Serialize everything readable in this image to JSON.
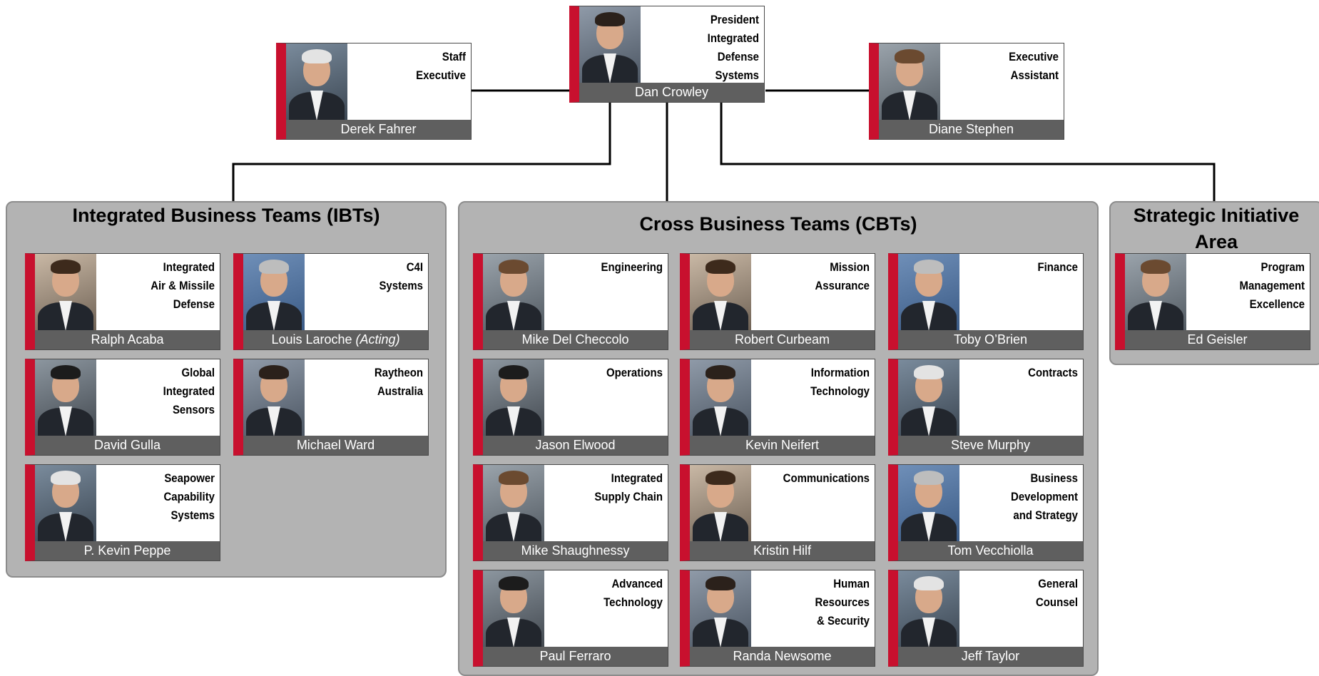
{
  "colors": {
    "accent_red": "#c8102e",
    "name_bar": "#5f5f5f",
    "panel_fill": "#b3b3b3",
    "connector": "#000000"
  },
  "panels": {
    "ibt": "Integrated Business Teams (IBTs)",
    "cbt": "Cross Business Teams (CBTs)",
    "sia": "Strategic Initiative Area"
  },
  "people": {
    "president": {
      "role": [
        "President",
        "Integrated",
        "Defense",
        "Systems"
      ],
      "name": "Dan Crowley"
    },
    "staff": {
      "role": [
        "Staff",
        "Executive"
      ],
      "name": "Derek Fahrer"
    },
    "assistant": {
      "role": [
        "Executive",
        "Assistant"
      ],
      "name": "Diane Stephen"
    },
    "ibt_1": {
      "role": [
        "Integrated",
        "Air & Missile",
        "Defense"
      ],
      "name": "Ralph Acaba"
    },
    "ibt_2": {
      "role": [
        "C4I",
        "Systems"
      ],
      "name": "Louis Laroche",
      "suffix": "(Acting)"
    },
    "ibt_3": {
      "role": [
        "Global",
        "Integrated",
        "Sensors"
      ],
      "name": "David Gulla"
    },
    "ibt_4": {
      "role": [
        "Raytheon",
        "Australia"
      ],
      "name": "Michael Ward"
    },
    "ibt_5": {
      "role": [
        "Seapower",
        "Capability",
        "Systems"
      ],
      "name": "P. Kevin Peppe"
    },
    "cbt_1": {
      "role": [
        "Engineering"
      ],
      "name": "Mike Del Checcolo"
    },
    "cbt_2": {
      "role": [
        "Mission",
        "Assurance"
      ],
      "name": "Robert Curbeam"
    },
    "cbt_3": {
      "role": [
        "Finance"
      ],
      "name": "Toby O’Brien"
    },
    "cbt_4": {
      "role": [
        "Operations"
      ],
      "name": "Jason Elwood"
    },
    "cbt_5": {
      "role": [
        "Information",
        "Technology"
      ],
      "name": "Kevin Neifert"
    },
    "cbt_6": {
      "role": [
        "Contracts"
      ],
      "name": "Steve Murphy"
    },
    "cbt_7": {
      "role": [
        "Integrated",
        "Supply Chain"
      ],
      "name": "Mike Shaughnessy"
    },
    "cbt_8": {
      "role": [
        "Communications"
      ],
      "name": "Kristin Hilf"
    },
    "cbt_9": {
      "role": [
        "Business",
        "Development",
        "and Strategy"
      ],
      "name": "Tom Vecchiolla"
    },
    "cbt_10": {
      "role": [
        "Advanced",
        "Technology"
      ],
      "name": "Paul Ferraro"
    },
    "cbt_11": {
      "role": [
        "Human",
        "Resources",
        "& Security"
      ],
      "name": "Randa Newsome"
    },
    "cbt_12": {
      "role": [
        "General",
        "Counsel"
      ],
      "name": "Jeff Taylor"
    },
    "sia_1": {
      "role": [
        "Program",
        "Management",
        "Excellence"
      ],
      "name": "Ed Geisler"
    }
  }
}
